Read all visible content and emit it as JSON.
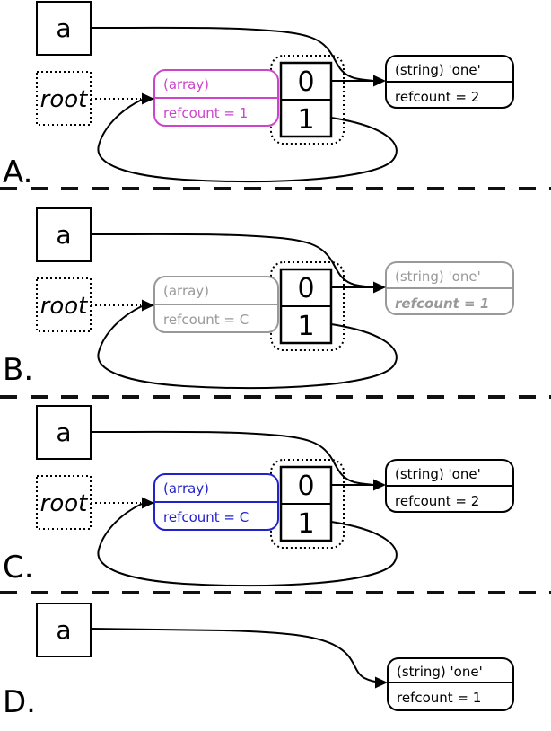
{
  "title": "reference counting cycle collection diagram",
  "colors": {
    "array_highlight_a": "#cc44cc",
    "array_dimmed_b": "#999999",
    "array_highlight_c": "#2222cc",
    "default_ink": "#000000",
    "string_dimmed_b": "#999999"
  },
  "panels": [
    {
      "label": "A.",
      "a_box": "a",
      "root_box": "root",
      "array": {
        "title": "(array)",
        "refcount": "refcount = 1",
        "color": "#cc44cc"
      },
      "cells": {
        "c0": "0",
        "c1": "1"
      },
      "string": {
        "title": "(string) 'one'",
        "refcount": "refcount = 2",
        "color": "#000000"
      }
    },
    {
      "label": "B.",
      "a_box": "a",
      "root_box": "root",
      "array": {
        "title": "(array)",
        "refcount": "refcount = C",
        "color": "#999999"
      },
      "cells": {
        "c0": "0",
        "c1": "1"
      },
      "string": {
        "title": "(string) 'one'",
        "refcount": "refcount = 1",
        "color": "#999999"
      }
    },
    {
      "label": "C.",
      "a_box": "a",
      "root_box": "root",
      "array": {
        "title": "(array)",
        "refcount": "refcount = C",
        "color": "#2222cc"
      },
      "cells": {
        "c0": "0",
        "c1": "1"
      },
      "string": {
        "title": "(string) 'one'",
        "refcount": "refcount = 2",
        "color": "#000000"
      }
    },
    {
      "label": "D.",
      "a_box": "a",
      "string": {
        "title": "(string) 'one'",
        "refcount": "refcount = 1",
        "color": "#000000"
      }
    }
  ]
}
